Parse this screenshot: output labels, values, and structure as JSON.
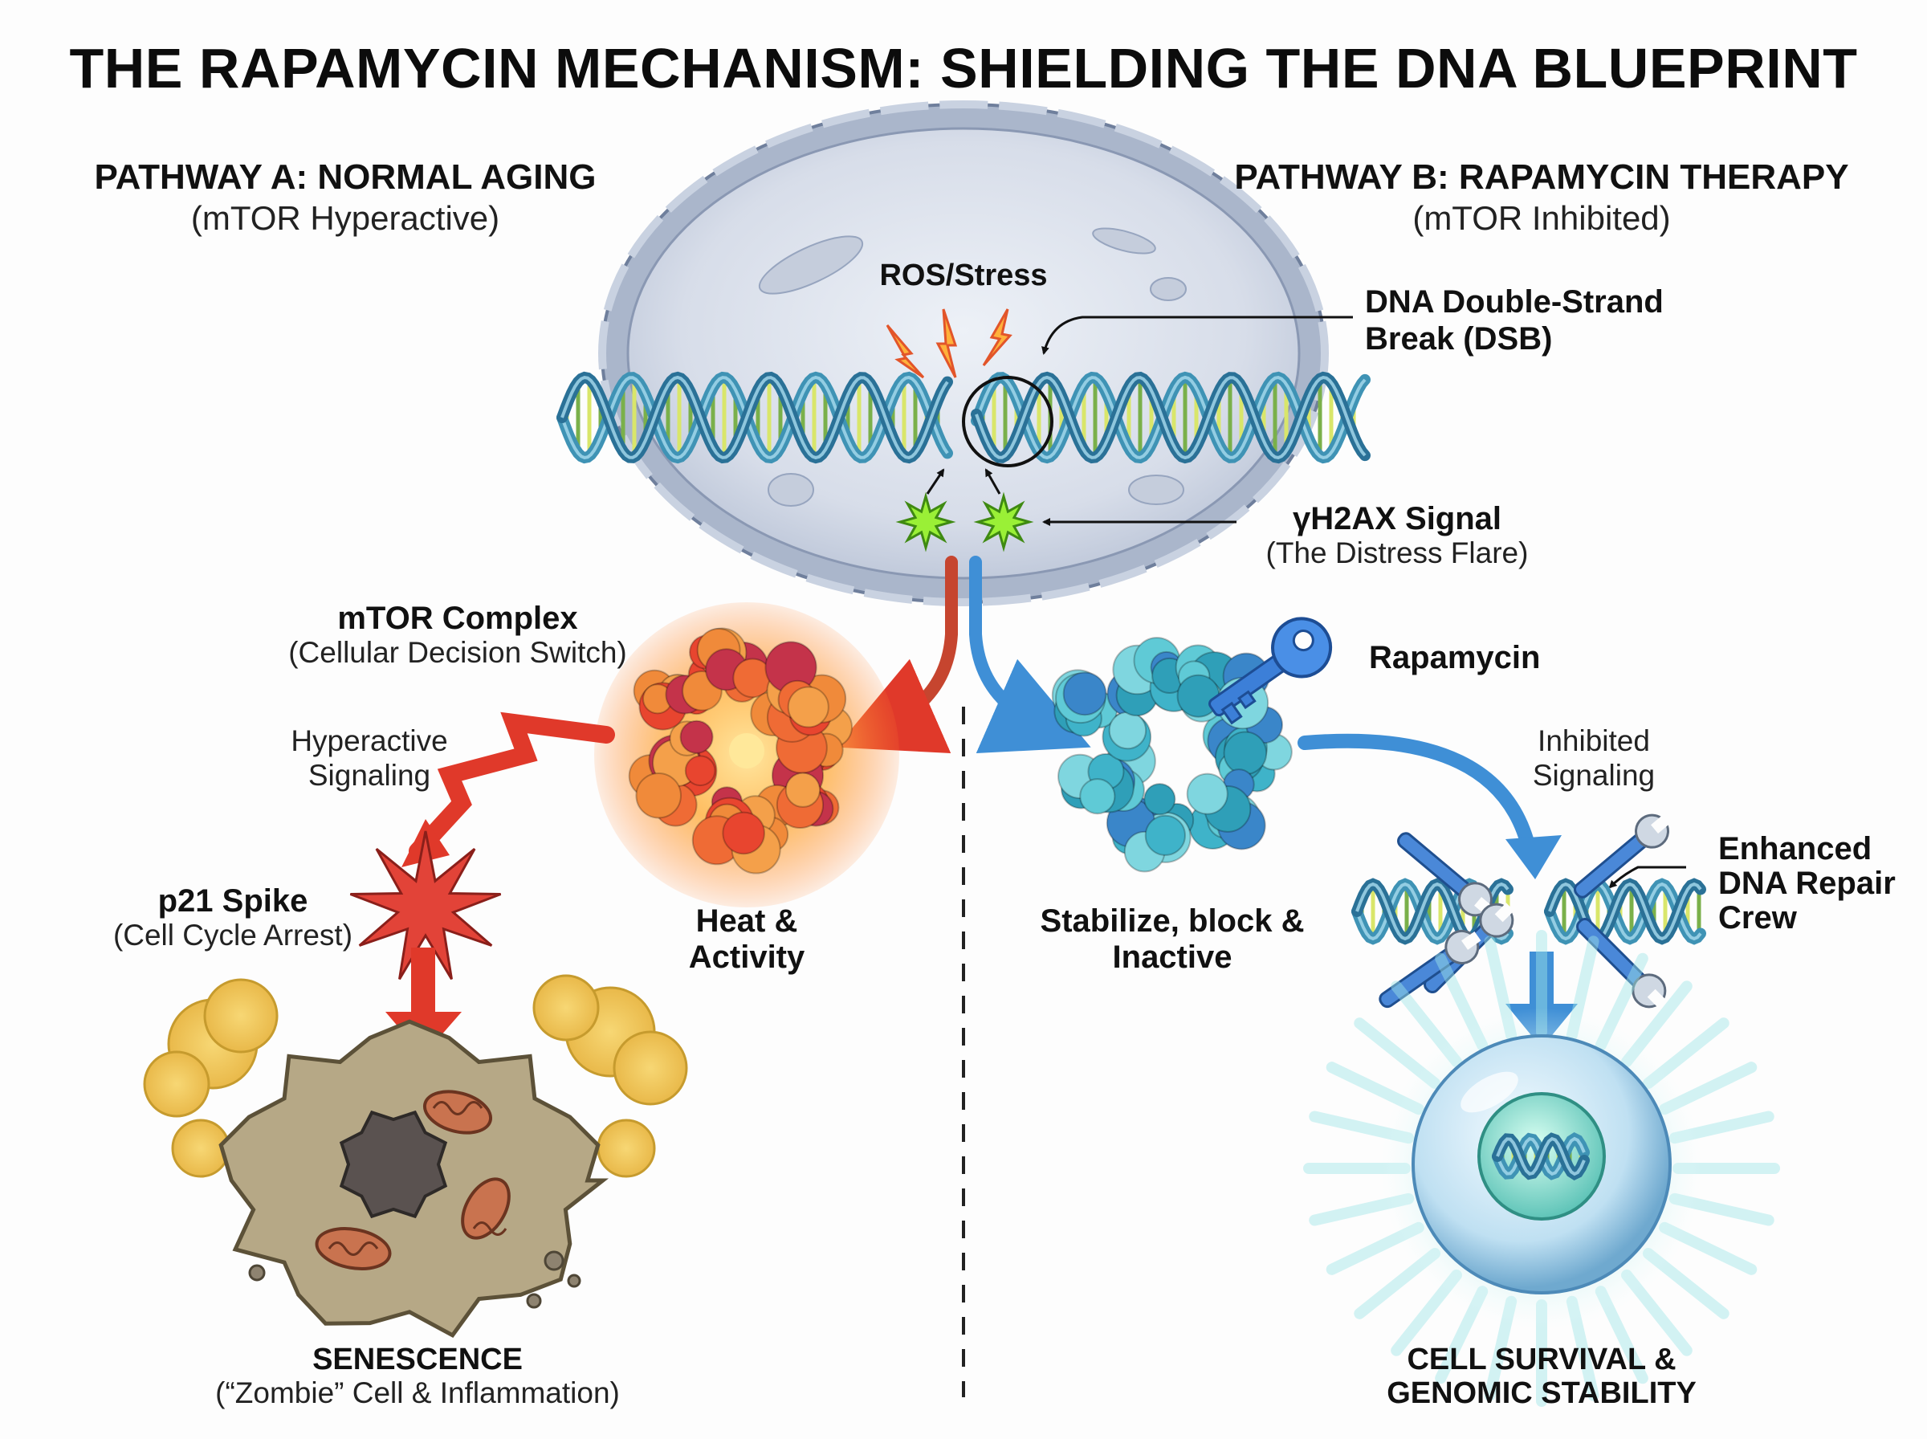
{
  "title": "THE RAPAMYCIN MECHANISM: SHIELDING THE DNA BLUEPRINT",
  "pathway_a": {
    "heading": "PATHWAY A: NORMAL AGING",
    "sub": "(mTOR Hyperactive)"
  },
  "pathway_b": {
    "heading": "PATHWAY B: RAPAMYCIN THERAPY",
    "sub": "(mTOR Inhibited)"
  },
  "nucleus": {
    "ros_label": "ROS/Stress",
    "dsb_label_line1": "DNA Double-Strand",
    "dsb_label_line2": "Break (DSB)",
    "signal_label": "γH2AX Signal",
    "signal_sub": "(The Distress Flare)"
  },
  "mtor": {
    "label": "mTOR Complex",
    "sub": "(Cellular Decision Switch)"
  },
  "left_branch": {
    "signaling_line1": "Hyperactive",
    "signaling_line2": "Signaling",
    "p21_label": "p21 Spike",
    "p21_sub": "(Cell Cycle Arrest)",
    "heat_line1": "Heat &",
    "heat_line2": "Activity",
    "outcome_label": "SENESCENCE",
    "outcome_sub": "(“Zombie” Cell & Inflammation)"
  },
  "right_branch": {
    "rapamycin_label": "Rapamycin",
    "signaling_line1": "Inhibited",
    "signaling_line2": "Signaling",
    "stabilize_line1": "Stabilize, block &",
    "stabilize_line2": "Inactive",
    "repair_line1": "Enhanced",
    "repair_line2": "DNA Repair",
    "repair_line3": "Crew",
    "outcome_line1": "CELL SURVIVAL &",
    "outcome_line2": "GENOMIC STABILITY"
  },
  "colors": {
    "nucleus_fill": "#d9dfeb",
    "dna_blue": "#3f93b5",
    "dna_green": "#7ab04a",
    "hyperactive_red": "#e23a2a",
    "inhibited_blue": "#3f8fd6",
    "flare_green": "#8be62c",
    "senescent_cell": "#b0a183",
    "survival_glow": "#bfeff0"
  }
}
